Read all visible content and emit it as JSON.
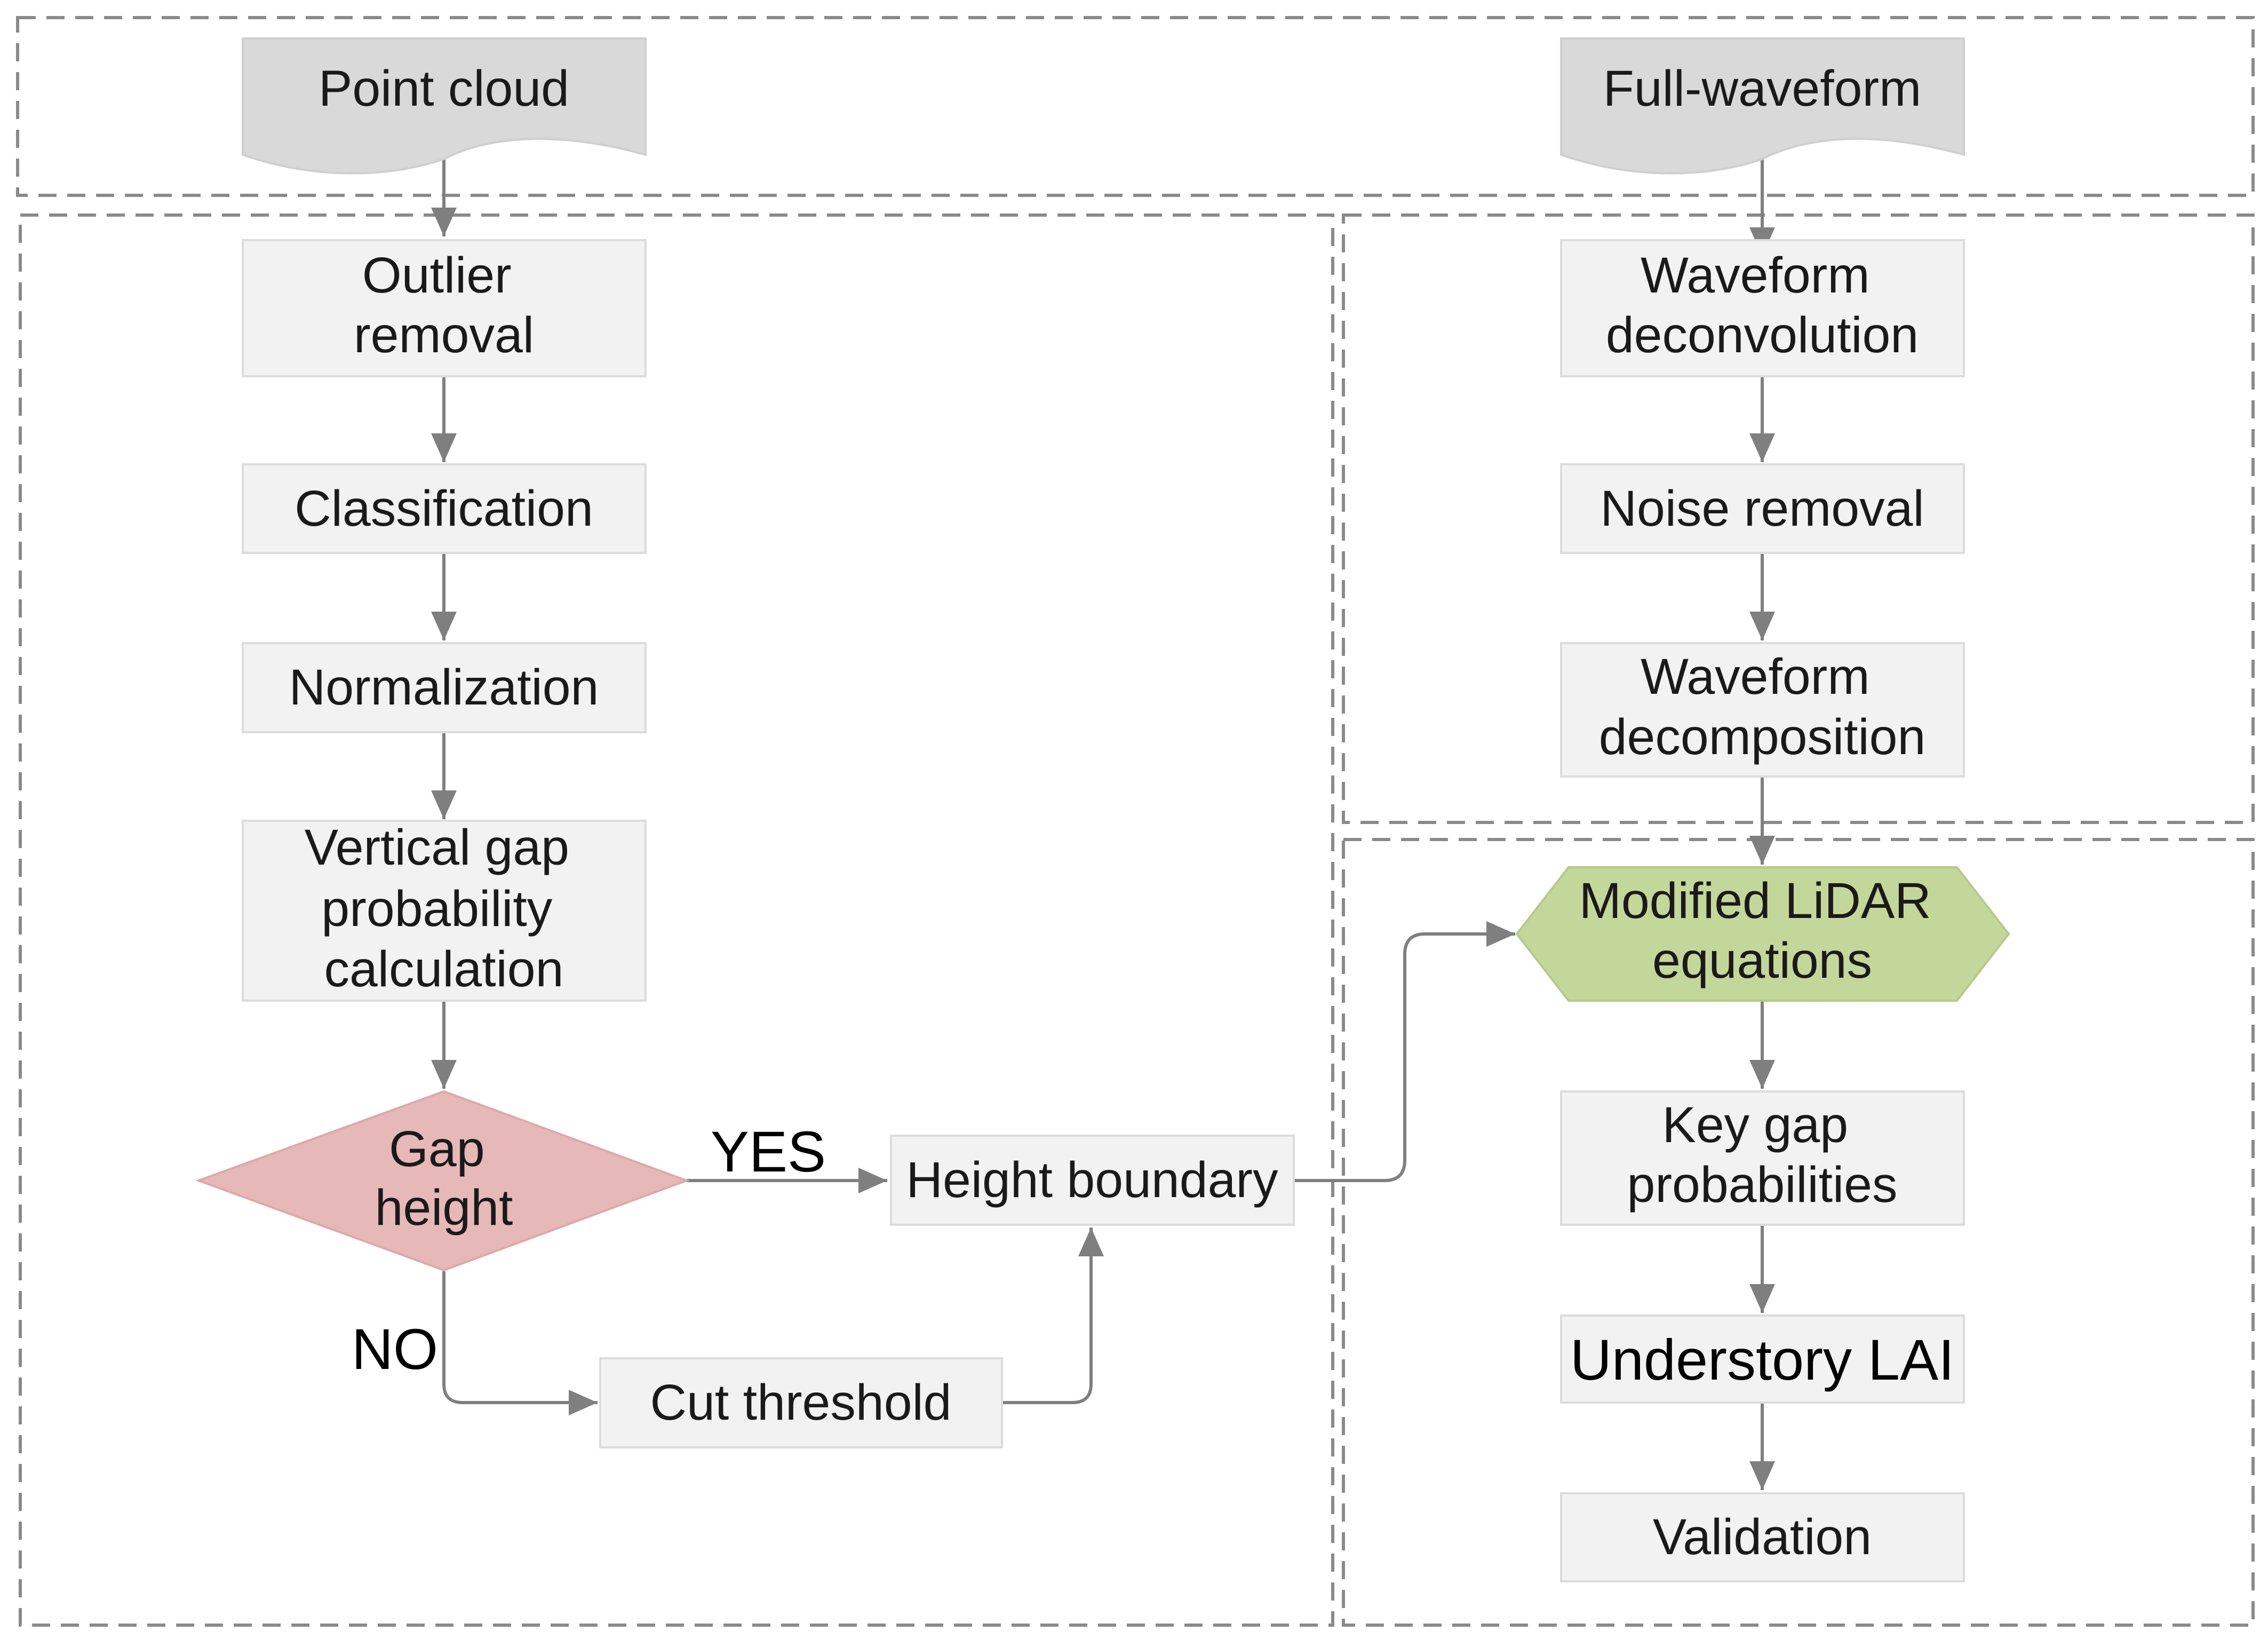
{
  "inputs": {
    "point_cloud": "Point cloud",
    "full_waveform": "Full-waveform"
  },
  "left_steps": {
    "outlier": [
      "Outlier",
      "removal"
    ],
    "classification": "Classification",
    "normalization": "Normalization",
    "vertical_gap": [
      "Vertical gap",
      "probability",
      "calculation"
    ]
  },
  "decision": {
    "label": [
      "Gap",
      "height"
    ],
    "yes": "YES",
    "no": "NO"
  },
  "height_boundary": "Height boundary",
  "cut_threshold": "Cut threshold",
  "right_steps": {
    "deconvolution": [
      "Waveform",
      "deconvolution"
    ],
    "noise": "Noise removal",
    "decomposition": [
      "Waveform",
      "decomposition"
    ],
    "lidar_equations": [
      "Modified LiDAR",
      "equations"
    ],
    "key_gap": [
      "Key gap",
      "probabilities"
    ],
    "understory": "Understory LAI",
    "validation": "Validation"
  },
  "colors": {
    "decision_fill": "#e6b8b7",
    "equation_fill": "#c4d79b",
    "box_fill": "#f2f2f2",
    "input_fill": "#d9d9d9",
    "line": "#7f7f7f"
  }
}
